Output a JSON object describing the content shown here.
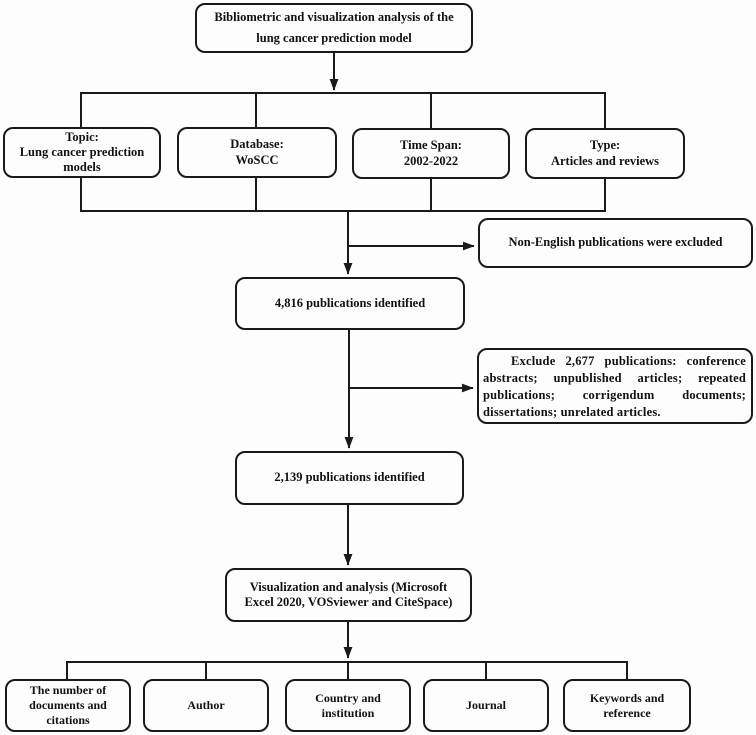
{
  "flowchart": {
    "title": "Bibliometric and visualization analysis of the\nlung cancer prediction model",
    "criteria": [
      {
        "label": "Topic:\nLung cancer prediction models"
      },
      {
        "label": "Database:\nWoSCC"
      },
      {
        "label": "Time Span:\n2002-2022"
      },
      {
        "label": "Type:\nArticles and reviews"
      }
    ],
    "non_english_exclusion": "Non-English publications were excluded",
    "identified_first": "4,816 publications identified",
    "exclusion_details": "Exclude 2,677 publications: conference abstracts; unpublished articles; repeated publications; corrigendum documents; dissertations; unrelated articles.",
    "identified_second": "2,139 publications identified",
    "analysis_tools": "Visualization and analysis (Microsoft\nExcel 2020, VOSviewer and CiteSpace)",
    "outputs": [
      {
        "label": "The number of\ndocuments and\ncitations"
      },
      {
        "label": "Author"
      },
      {
        "label": "Country and\ninstitution"
      },
      {
        "label": "Journal"
      },
      {
        "label": "Keywords and\nreference"
      }
    ],
    "colors": {
      "line": "#1a1a1a",
      "border": "#1a1a1a",
      "text": "#111111",
      "background": "#fdfdfd"
    }
  }
}
